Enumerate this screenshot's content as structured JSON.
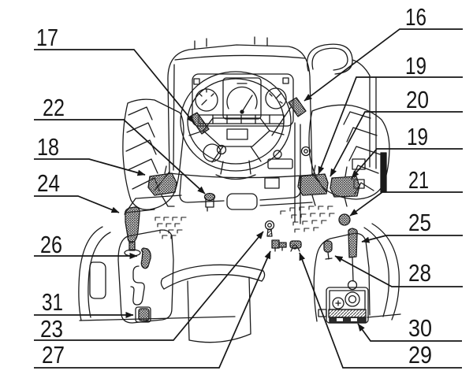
{
  "figure": {
    "kind": "tractor-operator-station-diagram",
    "description": "Black line-art manual illustration of tractor controls with numbered callouts"
  },
  "colors": {
    "ink": "#1a1a1a",
    "paper": "#ffffff"
  },
  "callouts": [
    {
      "label": "17",
      "target": "left-column-lever"
    },
    {
      "label": "22",
      "target": "left-floor-knob"
    },
    {
      "label": "18",
      "target": "clutch-pedal"
    },
    {
      "label": "24",
      "target": "gear-shift-knob"
    },
    {
      "label": "26",
      "target": "console-side-lever"
    },
    {
      "label": "31",
      "target": "console-lower-switch"
    },
    {
      "label": "23",
      "target": "key-switch"
    },
    {
      "label": "27",
      "target": "floor-connector"
    },
    {
      "label": "16",
      "target": "right-column-lever"
    },
    {
      "label": "19",
      "target": "brake-pedal-left"
    },
    {
      "label": "20",
      "target": "brake-pedal-latch"
    },
    {
      "label": "19",
      "target": "brake-pedal-right"
    },
    {
      "label": "21",
      "target": "floor-push-knob"
    },
    {
      "label": "25",
      "target": "hand-control-lever"
    },
    {
      "label": "28",
      "target": "small-console-lever"
    },
    {
      "label": "30",
      "target": "console-box"
    },
    {
      "label": "29",
      "target": "floor-fitting"
    }
  ]
}
